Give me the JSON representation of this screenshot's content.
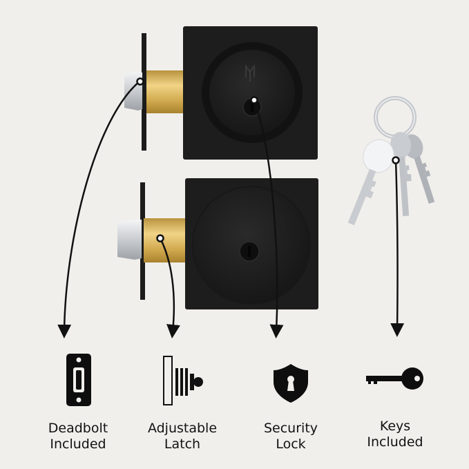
{
  "features": [
    {
      "line1": "Deadbolt",
      "line2": "Included",
      "icon": "strike-plate-icon"
    },
    {
      "line1": "Adjustable",
      "line2": "Latch",
      "icon": "latch-icon"
    },
    {
      "line1": "Security",
      "line2": "Lock",
      "icon": "shield-keyhole-icon"
    },
    {
      "line1": "Keys",
      "line2": "Included",
      "icon": "key-icon"
    }
  ],
  "colors": {
    "background": "#f1efec",
    "hardware": "#1b1b1b",
    "brass": "#d8b25a",
    "chrome": "#d9dcdf"
  }
}
